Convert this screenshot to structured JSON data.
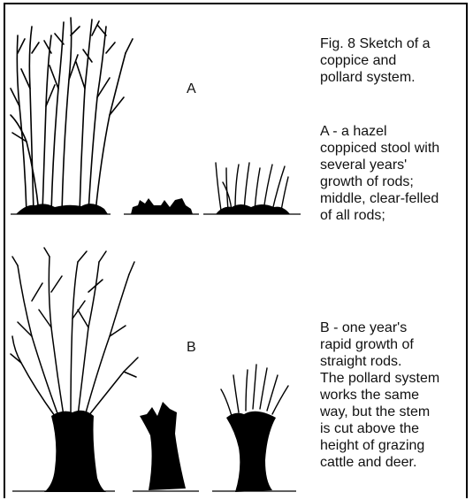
{
  "figure": {
    "caption_lines": [
      "Fig. 8 Sketch of a",
      "coppice and",
      "pollard system."
    ],
    "section_a": {
      "label": "A",
      "text_lines": [
        "A - a hazel",
        "coppiced stool with",
        "several years'",
        "growth of rods;",
        "middle, clear-felled",
        "of all rods;"
      ]
    },
    "section_b": {
      "label": "B",
      "text_lines": [
        "B - one year's",
        "rapid growth of",
        "straight rods.",
        "The pollard system",
        "works the same",
        "way, but the stem",
        "is cut above the",
        "height of grazing",
        "cattle and deer."
      ]
    }
  }
}
